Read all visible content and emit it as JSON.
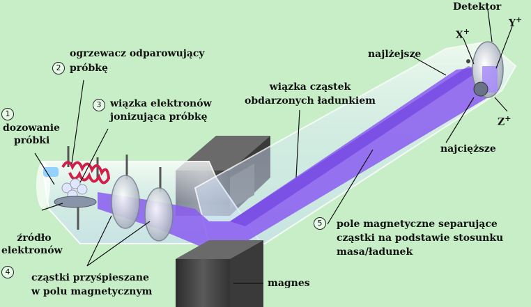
{
  "labels": {
    "step1": {
      "num": "1",
      "line1": "dozowanie",
      "line2": "próbki"
    },
    "step2": {
      "num": "2",
      "line1": "ogrzewacz odparowujący",
      "line2": "próbkę"
    },
    "step3": {
      "num": "3",
      "line1": "wiązka elektronów",
      "line2": "jonizująca próbkę"
    },
    "step4": {
      "num": "4",
      "line1": "cząstki przyśpieszane",
      "line2": "w polu magnetycznym"
    },
    "step5": {
      "num": "5",
      "line1": "pole magnetyczne separujące",
      "line2": "cząstki na podstawie stosunku",
      "line3": "masa/ładunek"
    },
    "source": {
      "line1": "źródło",
      "line2": "elektronów"
    },
    "beam": {
      "line1": "wiązka cząstek",
      "line2": "obdarzonych ładunkiem"
    },
    "magnet": "magnes",
    "detector": "Detektor",
    "lightest": "najlżejsze",
    "heaviest": "najcięższe",
    "x": "X",
    "y": "Y",
    "z": "Z",
    "plus": "+"
  },
  "colors": {
    "background": "#c8eec8",
    "tube": "#e6f2ff",
    "beam": "#8a5cf0",
    "magnet": "#4a4a4a",
    "heater": "#d0204a"
  }
}
